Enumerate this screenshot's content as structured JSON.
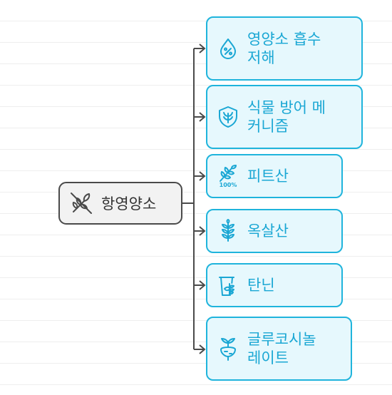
{
  "root": {
    "label": "항영양소",
    "icon": "crossed-out-wheat-icon"
  },
  "branches": [
    {
      "label": "영양소 흡수\n저해",
      "icon": "percent-droplet-icon"
    },
    {
      "label": "식물 방어 메\n커니즘",
      "icon": "plant-shield-icon"
    },
    {
      "label": "피트산",
      "icon": "grain-100-percent-icon"
    },
    {
      "label": "옥살산",
      "icon": "leaf-sprig-icon"
    },
    {
      "label": "탄닌",
      "icon": "cup-with-leaves-icon"
    },
    {
      "label": "글루코시놀\n레이트",
      "icon": "turnip-icon"
    }
  ],
  "colors": {
    "connector": "#4a4a4a",
    "branch_border": "#1fb4dc",
    "branch_fill": "#e6f8fd",
    "branch_text": "#1aa7d4",
    "root_border": "#4a4a4a",
    "root_fill": "#f2f2f2",
    "root_text": "#333333"
  }
}
